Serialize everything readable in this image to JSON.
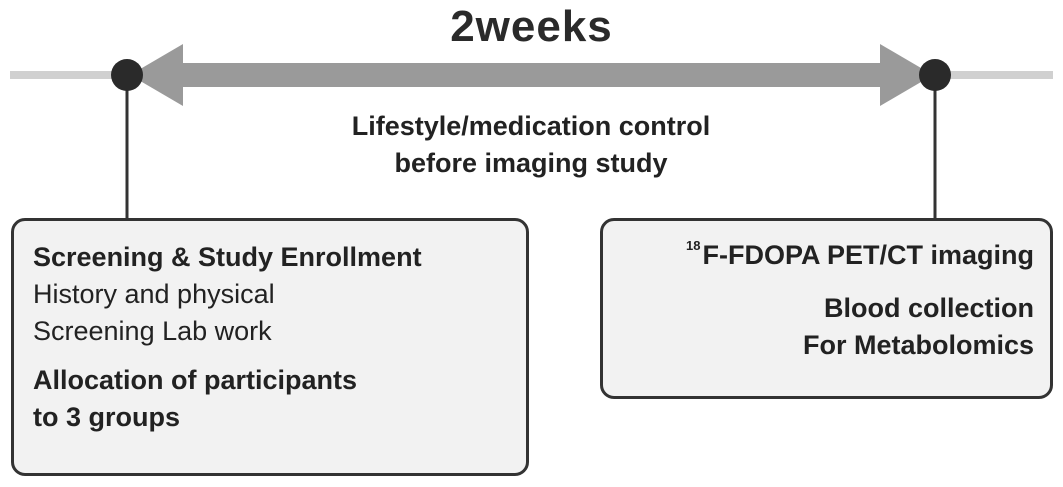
{
  "title": "2weeks",
  "subtitle_line1": "Lifestyle/medication control",
  "subtitle_line2": "before imaging study",
  "left_box": {
    "heading": "Screening & Study Enrollment",
    "item1": "History and physical",
    "item2": "Screening Lab work",
    "allocation_line1": "Allocation of participants",
    "allocation_line2": "to 3 groups"
  },
  "right_box": {
    "isotope_superscript": "18",
    "imaging": "F-FDOPA PET/CT imaging",
    "blood_line1": "Blood collection",
    "blood_line2": "For Metabolomics"
  },
  "colors": {
    "timeline": "#d0d0d0",
    "arrow": "#9a9a9a",
    "dot": "#2a2a2a",
    "box_fill": "#f2f2f2",
    "box_border": "#333333"
  }
}
